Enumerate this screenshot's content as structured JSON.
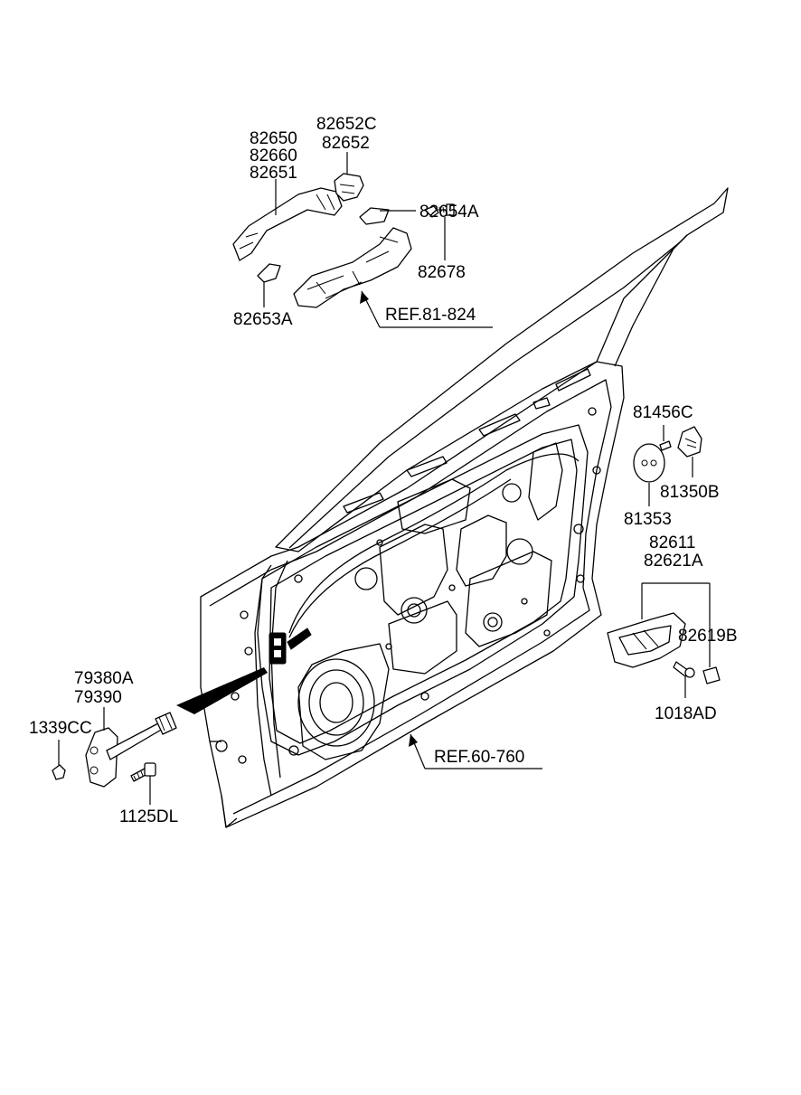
{
  "labels": {
    "p82650": "82650",
    "p82660": "82660",
    "p82651": "82651",
    "p82652C": "82652C",
    "p82652": "82652",
    "p82654A": "82654A",
    "p82678": "82678",
    "p82653A": "82653A",
    "ref81824": "REF.81-824",
    "p81456C": "81456C",
    "p81350B": "81350B",
    "p81353": "81353",
    "p82611": "82611",
    "p82621A": "82621A",
    "p82619B": "82619B",
    "p1018AD": "1018AD",
    "ref60760": "REF.60-760",
    "p79380A": "79380A",
    "p79390": "79390",
    "p1339CC": "1339CC",
    "p1125DL": "1125DL"
  }
}
